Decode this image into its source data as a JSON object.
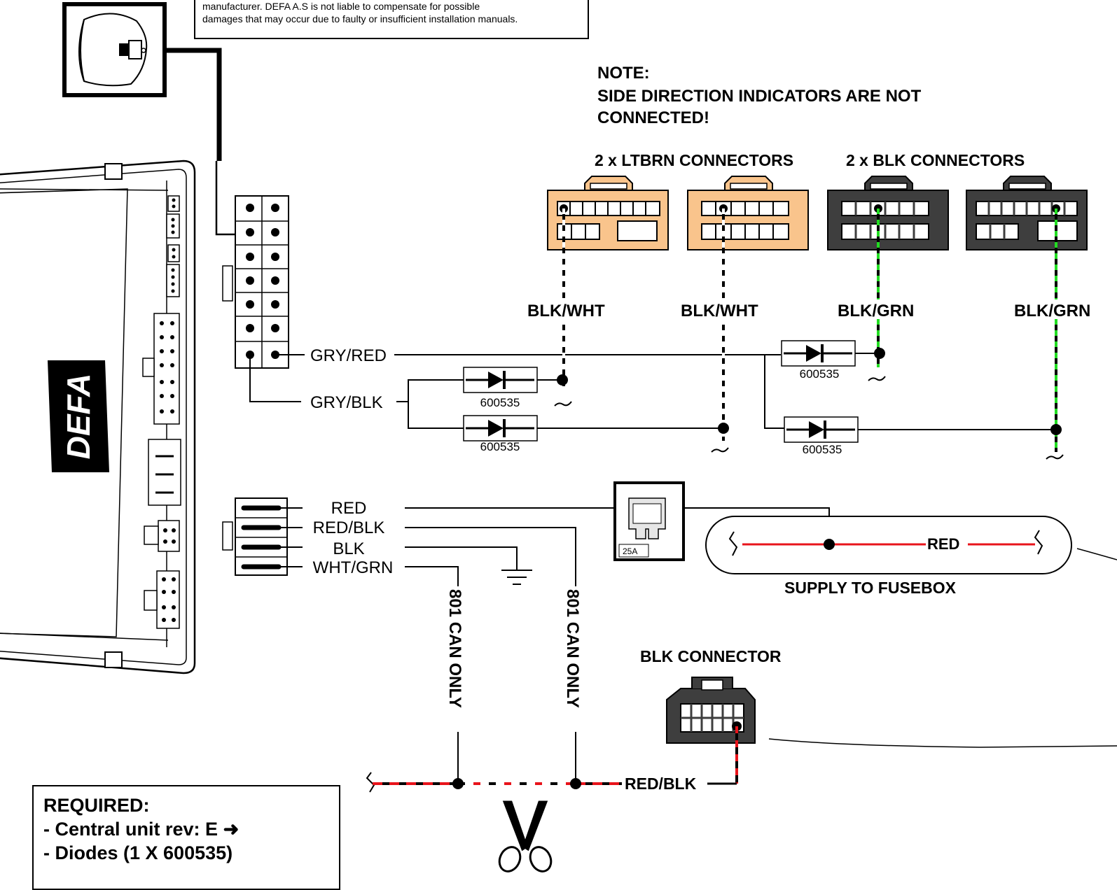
{
  "disclaimer": {
    "line1": "manufacturer. DEFA  A.S is not liable to compensate  for possible",
    "line2": "damages that may occur due to faulty or insufficient installation manuals."
  },
  "note": {
    "line1": "NOTE:",
    "line2": "SIDE DIRECTION INDICATORS ARE NOT",
    "line3": "CONNECTED!"
  },
  "connector_groups": {
    "ltbrn": "2 x LTBRN CONNECTORS",
    "blk": "2 x BLK CONNECTORS",
    "single_blk": "BLK CONNECTOR"
  },
  "wires": {
    "blk_wht_1": "BLK/WHT",
    "blk_wht_2": "BLK/WHT",
    "blk_grn_1": "BLK/GRN",
    "blk_grn_2": "BLK/GRN",
    "gry_red": "GRY/RED",
    "gry_blk": "GRY/BLK",
    "red": "RED",
    "red_blk": "RED/BLK",
    "blk": "BLK",
    "wht_grn": "WHT/GRN",
    "supply_red": "RED",
    "red_blk_bottom": "RED/BLK"
  },
  "diodes": {
    "d1": "600535",
    "d2": "600535",
    "d3": "600535",
    "d4": "600535"
  },
  "fuse": {
    "rating": "25A"
  },
  "supply": {
    "label": "SUPPLY TO FUSEBOX"
  },
  "can_notes": {
    "left": "801 CAN ONLY",
    "right": "801 CAN ONLY"
  },
  "logo_text": "DEFA",
  "required": {
    "title": "REQUIRED:",
    "item1": "- Central unit rev: E",
    "item2": "- Diodes (1 X 600535)"
  },
  "colors": {
    "ltbrn": "#f9c48c",
    "blk_connector": "#3e3e3e",
    "red_wire": "#e8141b",
    "green_wire": "#22dd22"
  }
}
